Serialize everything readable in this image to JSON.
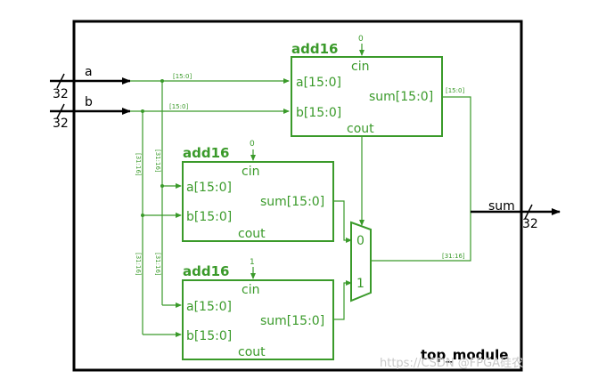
{
  "top": {
    "name": "top_module",
    "inputs": [
      {
        "name": "a",
        "width": "32"
      },
      {
        "name": "b",
        "width": "32"
      }
    ],
    "output": {
      "name": "sum",
      "width": "32"
    }
  },
  "adders": [
    {
      "title": "add16",
      "cin_value": "0",
      "ports": {
        "cin": "cin",
        "a": "a[15:0]",
        "b": "b[15:0]",
        "sum": "sum[15:0]",
        "cout": "cout"
      }
    },
    {
      "title": "add16",
      "cin_value": "0",
      "ports": {
        "cin": "cin",
        "a": "a[15:0]",
        "b": "b[15:0]",
        "sum": "sum[15:0]",
        "cout": "cout"
      }
    },
    {
      "title": "add16",
      "cin_value": "1",
      "ports": {
        "cin": "cin",
        "a": "a[15:0]",
        "b": "b[15:0]",
        "sum": "sum[15:0]",
        "cout": "cout"
      }
    }
  ],
  "mux": {
    "in0": "0",
    "in1": "1"
  },
  "bus_labels": {
    "a_low": "[15:0]",
    "b_low": "[15:0]",
    "a_high_1": "[31:16]",
    "a_high_2": "[31:16]",
    "b_high_1": "[31:16]",
    "b_high_2": "[31:16]",
    "sum_low": "[15:0]",
    "sum_high": "[31:16]"
  },
  "watermark": "https://CSDN @FPGA硅农",
  "colors": {
    "module": "#3a9a2a",
    "wire": "#3a9a2a",
    "border": "#000000"
  }
}
